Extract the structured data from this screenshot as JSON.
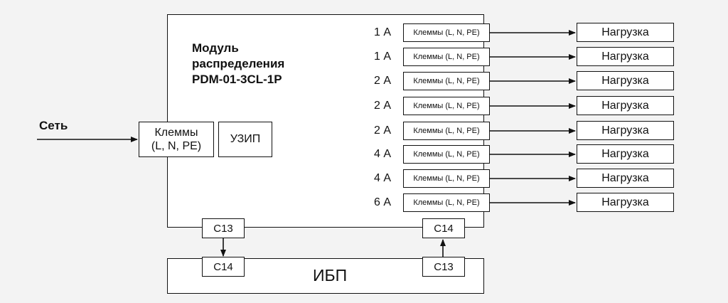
{
  "input": {
    "label": "Сеть"
  },
  "module": {
    "title": "Модуль\nраспределения\nPDM-01-3CL-1P",
    "input_terminals": "Клеммы\n(L, N, PE)",
    "surge_protector": "УЗИП"
  },
  "outputs": [
    {
      "current": "1 А",
      "terminals": "Клеммы (L, N, PE)",
      "load": "Нагрузка"
    },
    {
      "current": "1 А",
      "terminals": "Клеммы (L, N, PE)",
      "load": "Нагрузка"
    },
    {
      "current": "2 А",
      "terminals": "Клеммы (L, N, PE)",
      "load": "Нагрузка"
    },
    {
      "current": "2 А",
      "terminals": "Клеммы (L, N, PE)",
      "load": "Нагрузка"
    },
    {
      "current": "2 А",
      "terminals": "Клеммы (L, N, PE)",
      "load": "Нагрузка"
    },
    {
      "current": "4 А",
      "terminals": "Клеммы (L, N, PE)",
      "load": "Нагрузка"
    },
    {
      "current": "4 А",
      "terminals": "Клеммы (L, N, PE)",
      "load": "Нагрузка"
    },
    {
      "current": "6 А",
      "terminals": "Клеммы (L, N, PE)",
      "load": "Нагрузка"
    }
  ],
  "connectors": {
    "module_left": "C13",
    "module_right": "C14",
    "ups_left": "C14",
    "ups_right": "C13"
  },
  "ups": {
    "label": "ИБП"
  }
}
